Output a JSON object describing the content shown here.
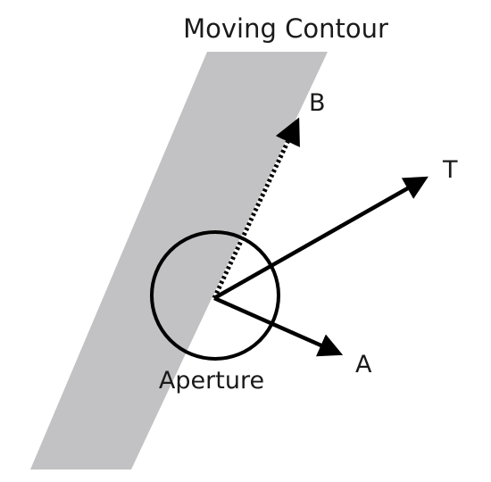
{
  "diagram": {
    "title": "Moving Contour",
    "aperture_label": "Aperture",
    "vectors": {
      "b": {
        "label": "B",
        "style": "dotted"
      },
      "t": {
        "label": "T",
        "style": "solid"
      },
      "a": {
        "label": "A",
        "style": "solid"
      }
    },
    "colors": {
      "contour": "#c2c2c4",
      "stroke": "#000000",
      "text": "#1a1a1a",
      "background": "#ffffff"
    }
  }
}
